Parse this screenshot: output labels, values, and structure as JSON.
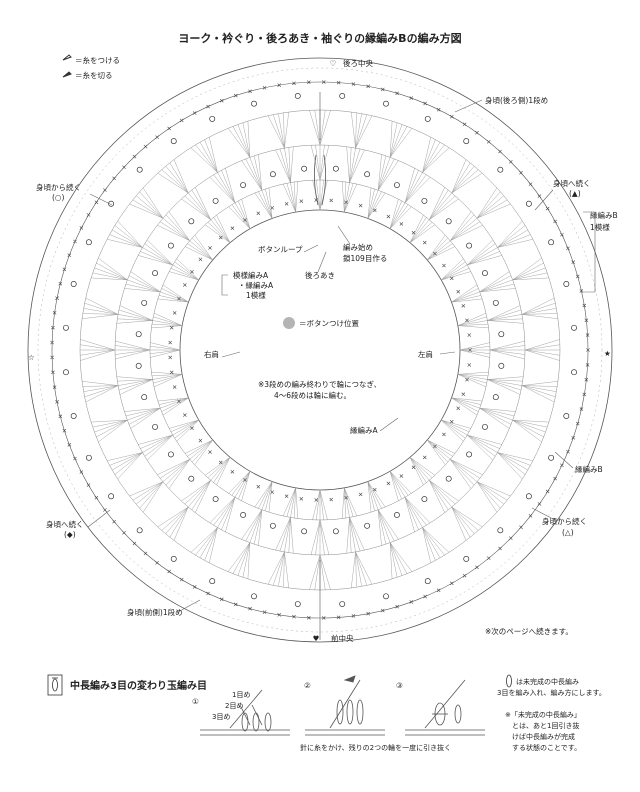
{
  "title": "ヨーク・衿ぐり・後ろあき・袖ぐりの縁編みBの編み方図",
  "legend": {
    "attach_yarn": "＝糸をつける",
    "cut_yarn": "＝糸を切る"
  },
  "labels": {
    "back_center": "後ろ中央",
    "front_center": "前中央",
    "body_back_row1": "身頃(後ろ側)1段め",
    "body_front_row1": "身頃(前側)1段め",
    "from_body_tl": "身頃から続く",
    "from_body_tl_mark": "(○)",
    "to_body_tr": "身頃へ続く",
    "to_body_tr_mark": "(▲)",
    "edging_b_1rep_a": "縁編みB",
    "edging_b_1rep_b": "1模様",
    "to_body_bl": "身頃へ続く",
    "to_body_bl_mark": "(◆)",
    "from_body_br": "身頃から続く",
    "from_body_br_mark": "(△)",
    "button_loop": "ボタンループ",
    "start_a": "編み始め",
    "start_b": "鎖109目作る",
    "back_opening": "後ろあき",
    "pattern_a_1": "模様編みA",
    "pattern_a_2": "・縁編みA",
    "pattern_a_3": "1模様",
    "button_pos": "＝ボタンつけ位置",
    "right_shoulder": "右肩",
    "left_shoulder": "左肩",
    "note_1": "※3段めの編み終わりで輪につなぎ、",
    "note_2": "4〜6段めは輪に編む。",
    "edging_a": "縁編みA",
    "edging_b": "縁編みB",
    "continue": "※次のページへ続きます。",
    "star_left": "☆",
    "star_right": "★",
    "heart_top": "♡",
    "heart_bottom": "♥"
  },
  "stitch_section": {
    "heading": "中長編み3目の変わり玉編み目",
    "step1": "①",
    "step2": "②",
    "step3": "③",
    "row1": "1目め",
    "row2": "2目め",
    "row3": "3目め",
    "caption": "針に糸をかけ、残りの2つの輪を一度に引き抜く",
    "note_right_1": "は未完成の中長編み",
    "note_right_2": "3目を編み入れ、編み方にします。",
    "note_right_3": "※「未完成の中長編み」",
    "note_right_4": "とは、あと1回引き抜",
    "note_right_5": "けば中長編みが完成",
    "note_right_6": "する状態のことです。"
  },
  "colors": {
    "line": "#555555",
    "button": "#b4b4b4"
  }
}
